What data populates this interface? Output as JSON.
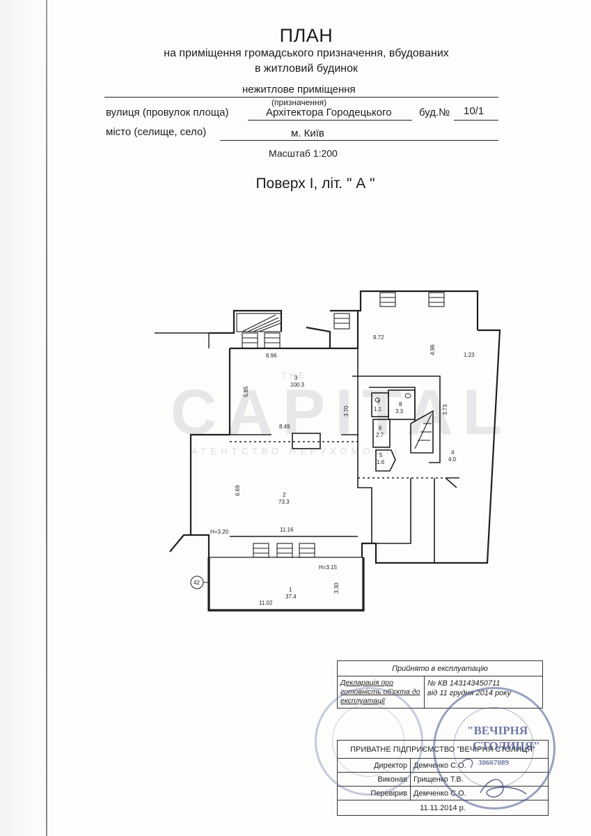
{
  "header": {
    "title": "ПЛАН",
    "subtitle_line1": "на приміщення громадського призначення, вбудованих",
    "subtitle_line2": "в житловий будинок",
    "purpose_value": "нежитлове приміщення",
    "purpose_caption": "(призначення)",
    "street_label": "вулиця (провулок площа)",
    "street_value": "Архітектора Городецького",
    "building_label": "буд.№",
    "building_value": "10/1",
    "city_label": "місто (селище, село)",
    "city_value": "м. Київ",
    "scale": "Масштаб 1:200",
    "floor_title": "Поверх I, літ. \" А \""
  },
  "plan": {
    "rooms": [
      {
        "number": "1",
        "area": "37.4"
      },
      {
        "number": "2",
        "area": "73.3"
      },
      {
        "number": "3",
        "area": "100.3"
      },
      {
        "number": "4",
        "area": "4.0"
      },
      {
        "number": "5",
        "area": "1.6"
      },
      {
        "number": "6",
        "area": "2.7"
      },
      {
        "number": "7",
        "area": "1.1"
      },
      {
        "number": "8",
        "area": "3.3"
      }
    ],
    "dimensions": [
      "9.72",
      "4.96",
      "1.23",
      "6.96",
      "5.85",
      "3.70",
      "3.73",
      "8.49",
      "6.69",
      "11.16",
      "H=3.20",
      "H=3.15",
      "3.30",
      "11.02"
    ],
    "axis_marker": "42"
  },
  "watermark": {
    "main": "CAPITAL",
    "small": "АГЕНТСТВО НЕРУХОМОСТІ",
    "top": "THE"
  },
  "stamp": {
    "accepted_title": "Прийнято в експлуатацію",
    "declaration_label": "Декларація про готовність об'єкта до експлуатації",
    "registration_number": "№ КВ 143143450711",
    "registration_date": "від 11 грудня 2014 року",
    "company": "ПРИВАТНЕ ПІДПРИЄМСТВО \"ВЕЧІРНЯ СТОЛИЦЯ\"",
    "rows": [
      {
        "role": "Директор",
        "name": "Демченко С.О."
      },
      {
        "role": "Виконав",
        "name": "Грищенко Т.В."
      },
      {
        "role": "Перевірив",
        "name": "Демченко С.О."
      }
    ],
    "date": "11.11.2014 р.",
    "seal_text_line1": "\"ВЕЧІРНЯ",
    "seal_text_line2": "СТОЛИЦЯ\"",
    "seal_code": "30667089"
  }
}
